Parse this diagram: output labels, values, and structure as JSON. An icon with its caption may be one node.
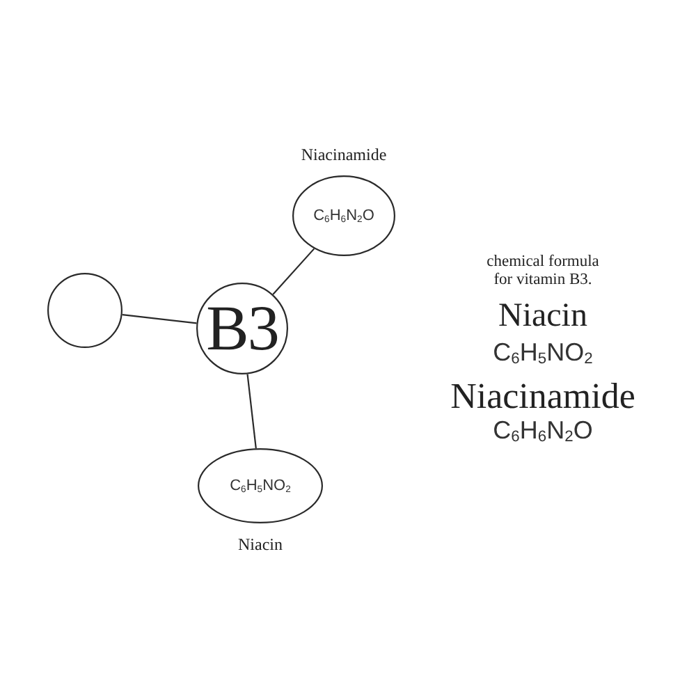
{
  "diagram": {
    "nodes": [
      {
        "text": [
          "C$_{6}$H$_{6}$N$_{2}$O"
        ],
        "beside": [
          "Niacinamide"
        ]
      },
      {
        "text": [],
        "shape": "circle"
      },
      {
        "text": [
          "B3"
        ]
      },
      {
        "text": [
          "C$_{6}$H$_{5}$NO$_{2}$"
        ],
        "beside": [
          "Niacin"
        ]
      }
    ],
    "edges": [
      {
        "from": 2,
        "to": 0,
        "arrow": "none"
      },
      {
        "from": 2,
        "to": 1,
        "arrow": "none"
      },
      {
        "from": 2,
        "to": 3,
        "arrow": "none"
      }
    ],
    "labels": [
      "chemical formula for vitamin B3.",
      "Niacin",
      "C$_{6}$H$_{5}$NO$_{2}$",
      "Niacinamide",
      "C$_{6}$H$_{6}$N$_{2}$O"
    ]
  }
}
